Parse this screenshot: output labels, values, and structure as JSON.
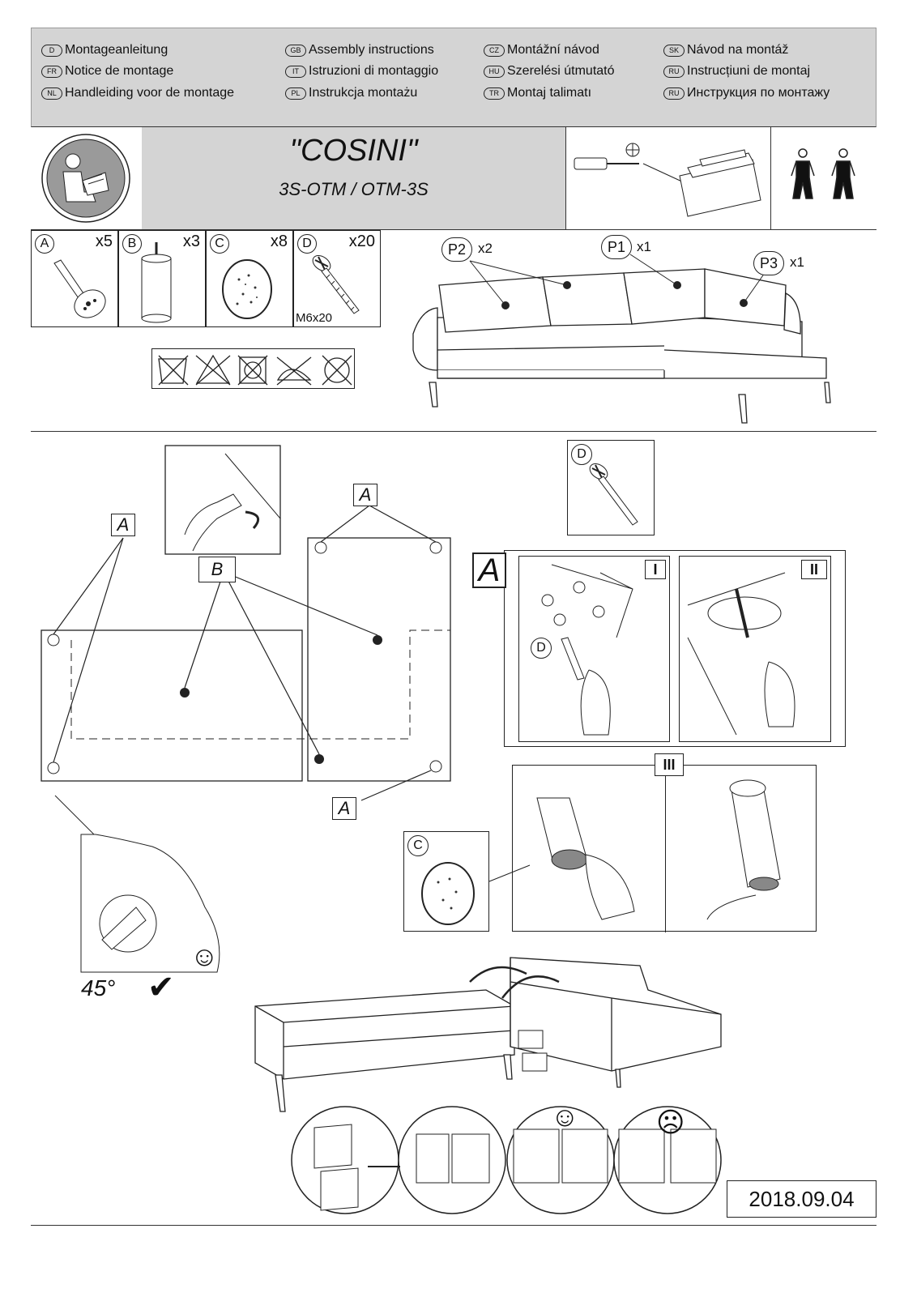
{
  "languages": [
    {
      "code": "D",
      "text": "Montageanleitung"
    },
    {
      "code": "GB",
      "text": "Assembly instructions"
    },
    {
      "code": "CZ",
      "text": "Montážní návod"
    },
    {
      "code": "SK",
      "text": "Návod na montáž"
    },
    {
      "code": "FR",
      "text": "Notice de montage"
    },
    {
      "code": "IT",
      "text": "Istruzioni di montaggio"
    },
    {
      "code": "HU",
      "text": "Szerelési útmutató"
    },
    {
      "code": "RU",
      "text": "Instrucțiuni de montaj"
    },
    {
      "code": "NL",
      "text": "Handleiding voor de montage"
    },
    {
      "code": "PL",
      "text": "Instrukcja montażu"
    },
    {
      "code": "TR",
      "text": "Montaj talimatı"
    },
    {
      "code": "RU",
      "text": "Инструкция по монтажу"
    }
  ],
  "product": {
    "name": "\"COSINI\"",
    "model": "3S-OTM / OTM-3S"
  },
  "parts": [
    {
      "letter": "A",
      "qty": "x5"
    },
    {
      "letter": "B",
      "qty": "x3"
    },
    {
      "letter": "C",
      "qty": "x8"
    },
    {
      "letter": "D",
      "qty": "x20",
      "size": "M6x20"
    }
  ],
  "pillows": [
    {
      "label": "P2",
      "qty": "x2"
    },
    {
      "label": "P1",
      "qty": "x1"
    },
    {
      "label": "P3",
      "qty": "x1"
    }
  ],
  "labels": {
    "A": "A",
    "B": "B",
    "C": "C",
    "D": "D"
  },
  "steps": {
    "I": "I",
    "II": "II",
    "III": "III"
  },
  "angle": "45°",
  "date": "2018.09.04"
}
